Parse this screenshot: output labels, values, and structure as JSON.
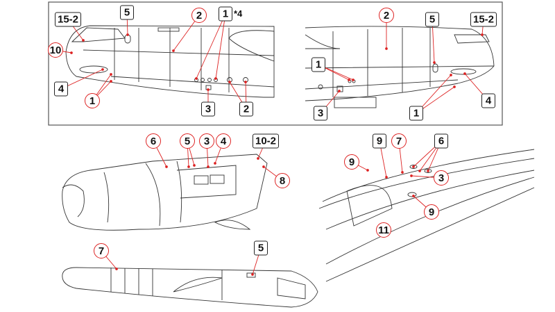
{
  "views": {
    "top_left": {
      "labels": [
        {
          "text": "15-2",
          "style": "box"
        },
        {
          "text": "5",
          "style": "box"
        },
        {
          "text": "2",
          "style": "circle"
        },
        {
          "text": "1",
          "style": "box"
        },
        {
          "text": "10",
          "style": "circle"
        },
        {
          "text": "4",
          "style": "box"
        },
        {
          "text": "1",
          "style": "circle"
        },
        {
          "text": "3",
          "style": "box"
        },
        {
          "text": "2",
          "style": "box"
        }
      ],
      "multiplier_note": "*4"
    },
    "top_right": {
      "labels": [
        {
          "text": "2",
          "style": "circle"
        },
        {
          "text": "5",
          "style": "box"
        },
        {
          "text": "15-2",
          "style": "box"
        },
        {
          "text": "1",
          "style": "box"
        },
        {
          "text": "3",
          "style": "box"
        },
        {
          "text": "1",
          "style": "box"
        },
        {
          "text": "4",
          "style": "box"
        }
      ]
    },
    "middle_left": {
      "labels": [
        {
          "text": "6",
          "style": "circle"
        },
        {
          "text": "5",
          "style": "circle"
        },
        {
          "text": "3",
          "style": "circle"
        },
        {
          "text": "4",
          "style": "circle"
        },
        {
          "text": "10-2",
          "style": "box"
        },
        {
          "text": "8",
          "style": "circle"
        }
      ]
    },
    "middle_right": {
      "labels": [
        {
          "text": "9",
          "style": "box"
        },
        {
          "text": "7",
          "style": "circle"
        },
        {
          "text": "6",
          "style": "box"
        },
        {
          "text": "9",
          "style": "circle"
        },
        {
          "text": "3",
          "style": "circle"
        },
        {
          "text": "9",
          "style": "circle"
        },
        {
          "text": "11",
          "style": "circle"
        }
      ]
    },
    "bottom": {
      "labels": [
        {
          "text": "7",
          "style": "circle"
        },
        {
          "text": "5",
          "style": "box"
        }
      ]
    }
  },
  "colors": {
    "leader_red": "#d22222",
    "outline": "#222222"
  }
}
